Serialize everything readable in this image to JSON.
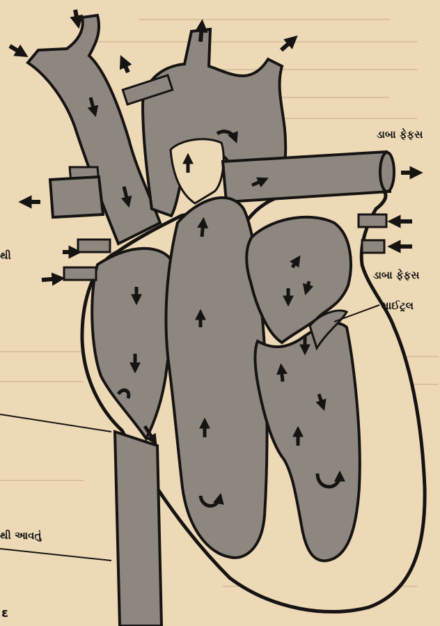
{
  "diagram": {
    "labels": {
      "left_lung_top": "ડાબા ફેફસ",
      "left_lung_bottom": "ડાબા ફેફસ",
      "mitral_valve": "માઈટ્રલ",
      "left_partial": "થી",
      "bottom_left_partial": "થી આવતું",
      "page_corner_mark": "ε"
    },
    "colors": {
      "background": "#eed9b7",
      "chamber_fill": "#8d877f",
      "outline": "#161412"
    },
    "flow_arrows": "arrow-icon"
  }
}
